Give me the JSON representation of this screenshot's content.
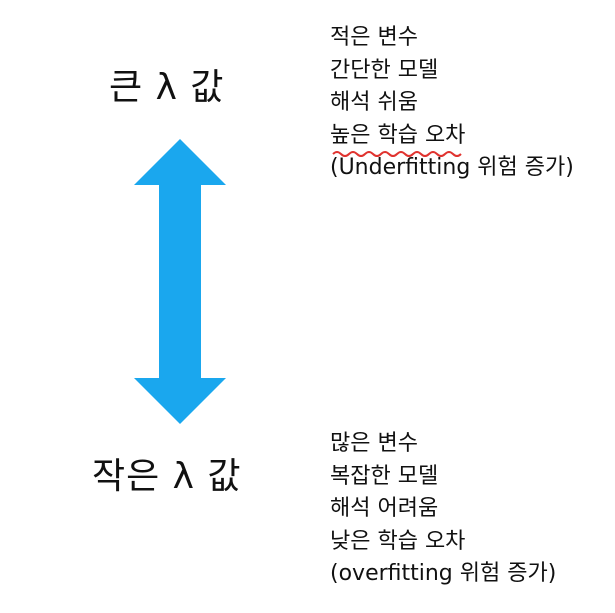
{
  "large_lambda": {
    "label": "큰 λ 값",
    "lines": [
      "적은 변수",
      "간단한 모델",
      "해석 쉬움",
      "높은 학습 오차",
      "(Underfitting 위험 증가)"
    ]
  },
  "small_lambda": {
    "label": "작은 λ 값",
    "lines": [
      "많은 변수",
      "복잡한 모델",
      "해석 어려움",
      "낮은 학습 오차",
      "(overfitting 위험 증가)"
    ]
  },
  "colors": {
    "arrow": "#1aa7ee",
    "text": "#111111",
    "spellcheck_underline": "#e0332f"
  }
}
